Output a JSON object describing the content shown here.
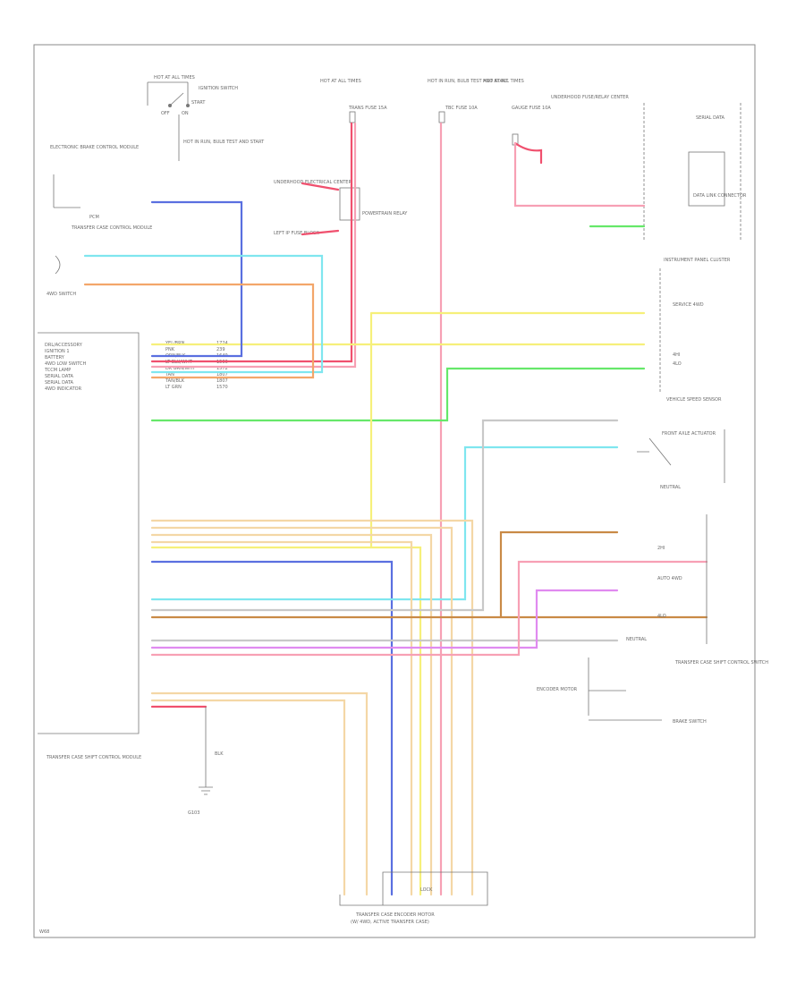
{
  "diagram_id": "W68",
  "colors": {
    "red": "#f0506e",
    "pink": "#f7a0b4",
    "yellow": "#f6f07a",
    "tan": "#f4d7a6",
    "blue": "#5a6fe0",
    "light_blue": "#7fe6ef",
    "green": "#66e86a",
    "orange": "#f3a66a",
    "violet": "#e08af0",
    "gray": "#c8c8c8",
    "brown": "#c98a46",
    "dark": "#555555"
  },
  "top_labels": {
    "hot_at_all_times": "HOT AT ALL TIMES",
    "ignition_switch": "IGNITION SWITCH",
    "on": "ON",
    "off": "OFF",
    "start": "START",
    "hot_run_start": "HOT IN RUN, BULB TEST AND START",
    "hot_at_all_times_2": "HOT AT ALL TIMES",
    "hot_run_bulb": "HOT IN RUN, BULB TEST AND START",
    "fuse_trans": "TRANS FUSE 15A",
    "fuse_tbc": "TBC FUSE 10A",
    "fuse_gauge": "GAUGE FUSE 10A",
    "powertrain_relay": "POWERTRAIN RELAY",
    "underhood_bec": "UNDERHOOD ELECTRICAL CENTER",
    "fuse_block_note": "LEFT IP FUSE BLOCK",
    "underhood_fuse_relay": "UNDERHOOD FUSE/RELAY CENTER",
    "serial_data": "SERIAL DATA",
    "data_link": "DATA LINK CONNECTOR"
  },
  "left_labels": {
    "electronic_brake": "ELECTRONIC BRAKE CONTROL MODULE",
    "pcm": "PCM",
    "four_wd_switch": "4WD SWITCH",
    "tccm_note": "TRANSFER CASE CONTROL MODULE",
    "module_name": "TRANSFER CASE SHIFT CONTROL MODULE"
  },
  "pins": [
    {
      "label": "DRL/ACCESSORY",
      "color": "YEL/BRN",
      "circuit": "1724"
    },
    {
      "label": "IGNITION 1",
      "color": "PNK",
      "circuit": "239"
    },
    {
      "label": "BATTERY",
      "color": "ORN/BLK",
      "circuit": "1640"
    },
    {
      "label": "4WD LOW SWITCH",
      "color": "LT BLU/WHT",
      "circuit": "1566"
    },
    {
      "label": "TCCM LAMP",
      "color": "DK GRN/WHT",
      "circuit": "1572"
    },
    {
      "label": "SERIAL DATA",
      "color": "TAN",
      "circuit": "1807"
    },
    {
      "label": "SERIAL DATA",
      "color": "TAN/BLK",
      "circuit": "1807"
    },
    {
      "label": "4WD INDICATOR",
      "color": "LT GRN",
      "circuit": "1570"
    }
  ],
  "right_labels": {
    "instrument_cluster": "INSTRUMENT PANEL CLUSTER",
    "service_4wd": "SERVICE 4WD",
    "four_hi": "4HI",
    "four_lo": "4LO",
    "neutral": "NEUTRAL",
    "vehicle_speed": "VEHICLE SPEED SENSOR",
    "front_axle": "FRONT AXLE ACTUATOR",
    "tccm_switch": "TRANSFER CASE SHIFT CONTROL SWITCH",
    "two_hi": "2HI",
    "auto_4wd": "AUTO 4WD",
    "motor_ground": "ENCODER MOTOR",
    "brake_switch": "BRAKE SWITCH"
  },
  "encoder": {
    "label": "LOCK",
    "title": "TRANSFER CASE ENCODER MOTOR",
    "subtitle": "(W/ 4WD, ACTIVE TRANSFER CASE)"
  },
  "ground": {
    "wire": "BLK",
    "label": "G103"
  }
}
